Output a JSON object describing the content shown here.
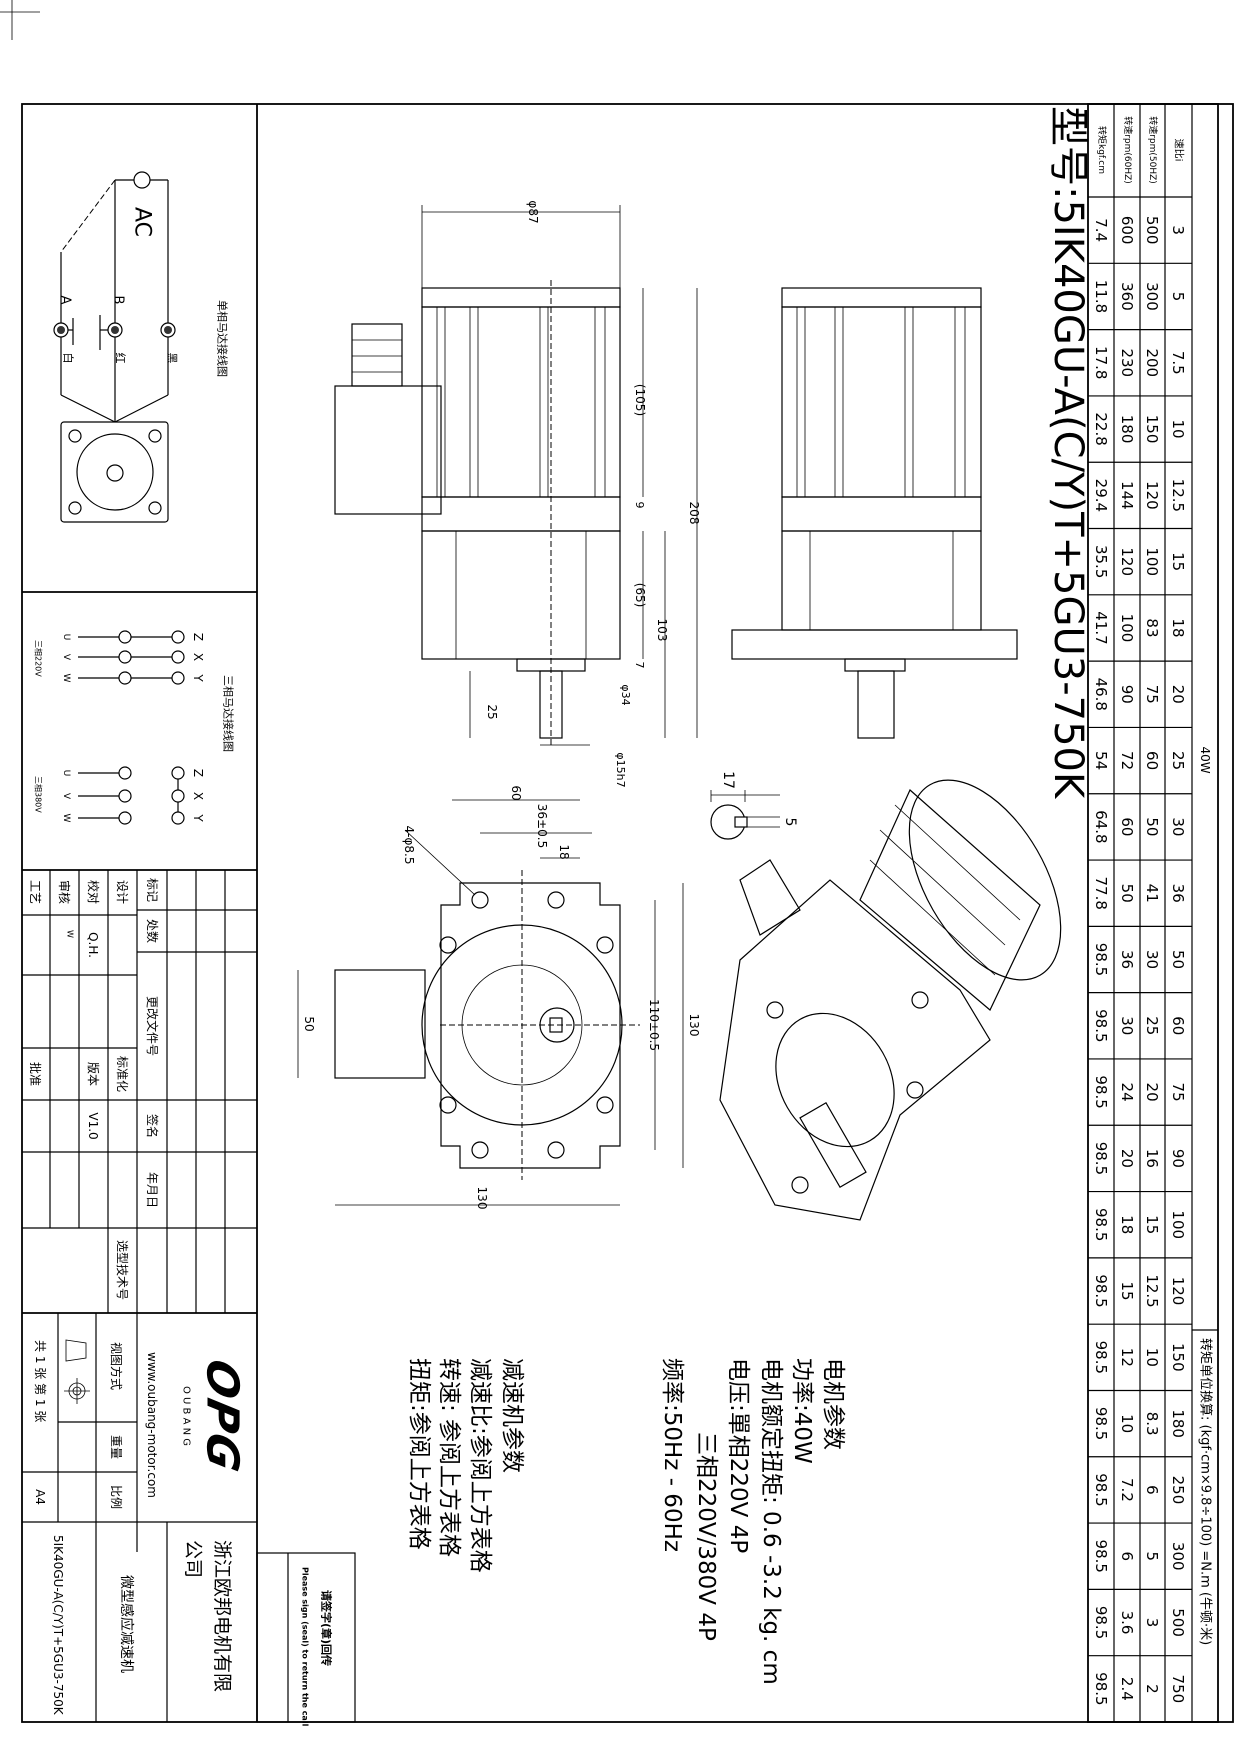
{
  "title": "型号:5IK40GU-A(C/Y)T+5GU3-750K",
  "table": {
    "power": "40W",
    "unit_note": "转矩单位换算: (kgf·cm×9.8÷100) =N.m (牛顿·米)",
    "headers": [
      "速比i",
      "转速rpm(50HZ)",
      "转速rpm(60HZ)",
      "转矩kgf.cm"
    ],
    "ratio": [
      "3",
      "5",
      "7.5",
      "10",
      "12.5",
      "15",
      "18",
      "20",
      "25",
      "30",
      "36",
      "50",
      "60",
      "75",
      "90",
      "100",
      "120",
      "150",
      "180",
      "250",
      "300",
      "500",
      "750"
    ],
    "rpm50": [
      "500",
      "300",
      "200",
      "150",
      "120",
      "100",
      "83",
      "75",
      "60",
      "50",
      "41",
      "30",
      "25",
      "20",
      "16",
      "15",
      "12.5",
      "10",
      "8.3",
      "6",
      "5",
      "3",
      "2"
    ],
    "rpm60": [
      "600",
      "360",
      "230",
      "180",
      "144",
      "120",
      "100",
      "90",
      "72",
      "60",
      "50",
      "36",
      "30",
      "24",
      "20",
      "18",
      "15",
      "12",
      "10",
      "7.2",
      "6",
      "3.6",
      "2.4"
    ],
    "torque": [
      "7.4",
      "11.8",
      "17.8",
      "22.8",
      "29.4",
      "35.5",
      "41.7",
      "46.8",
      "54",
      "64.8",
      "77.8",
      "98.5",
      "98.5",
      "98.5",
      "98.5",
      "98.5",
      "98.5",
      "98.5",
      "98.5",
      "98.5",
      "98.5",
      "98.5",
      "98.5"
    ]
  },
  "dimensions": {
    "body_dia": "φ87",
    "motor_len": "(105)",
    "total_len": "208",
    "flange_t": "9",
    "gear_len": "(65)",
    "gear_total": "103",
    "boss_h": "7",
    "boss_dia": "φ34",
    "shaft_len": "25",
    "shaft_dia": "φ15h7",
    "key_w": "17",
    "key_d": "5",
    "hole_span": "60",
    "hole_pitch": "36±0.5",
    "hole_inner": "18",
    "holes": "4-φ8.5",
    "flange_pcd": "110±0.5",
    "flange_h": "130",
    "box_w": "50",
    "flange_w": "130"
  },
  "wiring": {
    "single_title": "单相马达接线图",
    "ac": "AC",
    "a": "A",
    "b": "B",
    "white": "白",
    "red": "红",
    "black": "黑",
    "three_title": "三相马达接线图",
    "z": "Z",
    "x": "X",
    "y": "Y",
    "u": "U",
    "v": "V",
    "w": "W",
    "v220": "三相220V",
    "v380": "三相380V"
  },
  "motor_params": {
    "heading": "电机参数",
    "power": "功率:40W",
    "torque": "电机额定扭矩: 0.6 -3.2 kg. cm",
    "voltage": "电压:單相220V  4P",
    "voltage3": "三相220V/380V  4P",
    "freq": "频率:50Hz  -  60Hz"
  },
  "reducer_params": {
    "heading": "减速机参数",
    "ratio": "减速比:参阅上方表格",
    "speed": "转速:  参阅上方表格",
    "torque": "扭矩:参阅上方表格"
  },
  "title_block": {
    "mark": "标记",
    "count": "处数",
    "change_doc": "更改文件号",
    "sign": "签名",
    "date": "年月日",
    "design": "设计",
    "check": "校对",
    "check_val": "Q.H.",
    "review": "审核",
    "review_val": "W",
    "process": "工艺",
    "standard": "标准化",
    "version": "版本",
    "version_val": "V1.0",
    "approve": "批准",
    "selection_no": "选型技术号",
    "view_method": "视图方式",
    "weight": "重量",
    "scale": "比例",
    "sheets": "共 1 张  第 1 张",
    "paper": "A4",
    "logo": "OPG",
    "logo_sub": "O U B A N G",
    "website": "www.oubang-motor.com",
    "company_1": "浙江欧邦电机有限",
    "company_2": "公司",
    "product": "微型感应减速机",
    "model": "5IK40GU-A(C/Y)T+5GU3-750K"
  },
  "sign_box": {
    "cn": "请签字(章)回传",
    "en": "Please sign (seal) to return the call"
  }
}
